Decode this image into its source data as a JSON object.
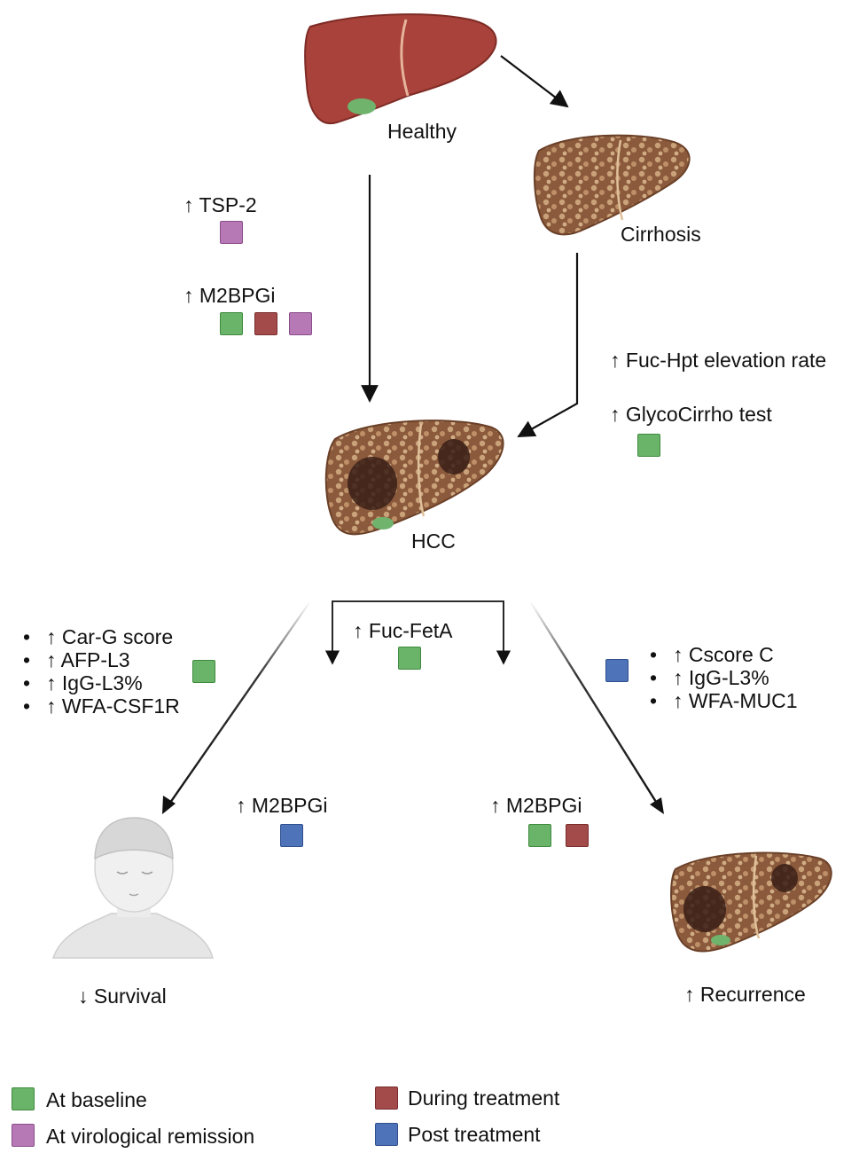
{
  "nodes": {
    "healthy": "Healthy",
    "cirrhosis": "Cirrhosis",
    "hcc": "HCC",
    "survival": "↓ Survival",
    "recurrence": "↑ Recurrence"
  },
  "markers": {
    "tsp2": "↑ TSP-2",
    "m2bpgi_top": "↑ M2BPGi",
    "fuc_hpt": "↑ Fuc-Hpt elevation rate",
    "glycocirrho": "↑ GlycoCirrho test",
    "fuc_feta": "↑ Fuc-FetA",
    "m2bpgi_left": "↑ M2BPGi",
    "m2bpgi_right": "↑ M2BPGi",
    "survival_list": [
      "↑ Car-G score",
      "↑ AFP-L3",
      "↑ IgG-L3%",
      "↑ WFA-CSF1R"
    ],
    "recurrence_list": [
      "↑ Cscore C",
      "↑ IgG-L3%",
      "↑ WFA-MUC1"
    ],
    "bullet": "•"
  },
  "legend": {
    "baseline": "At baseline",
    "remission": "At virological remission",
    "during": "During treatment",
    "post": "Post treatment"
  },
  "colors": {
    "baseline": "#6ab46a",
    "during": "#a34a4a",
    "remission": "#b679b6",
    "post": "#4e73b8",
    "liver_healthy": "#a8423a",
    "liver_cirrhotic": "#8b5a3c"
  }
}
